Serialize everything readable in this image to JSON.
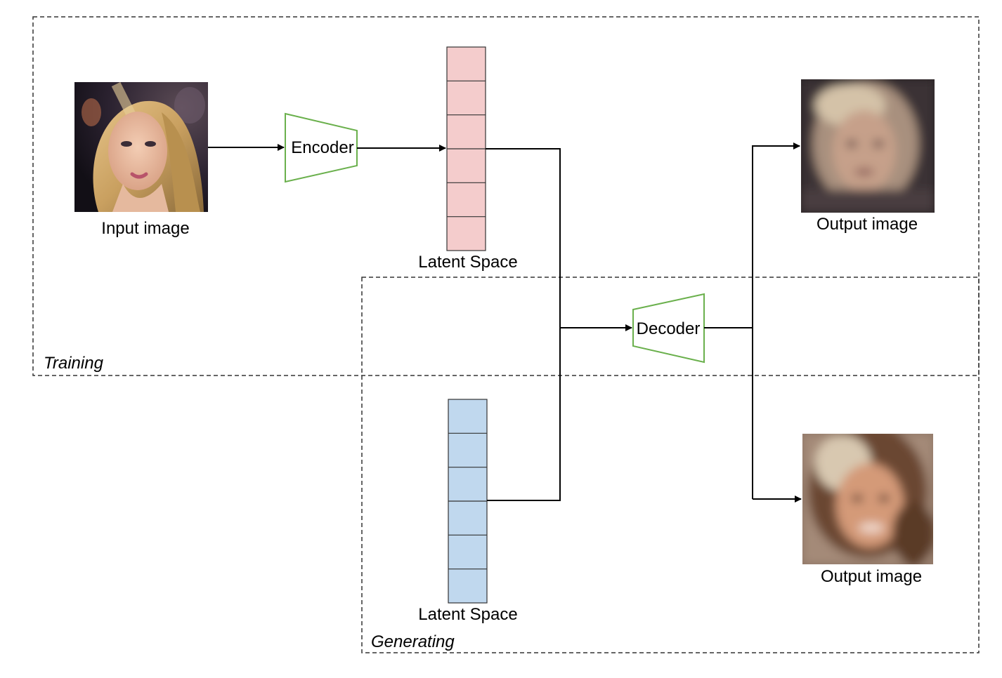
{
  "labels": {
    "input_image": "Input image",
    "encoder": "Encoder",
    "latent_space_training": "Latent Space",
    "decoder": "Decoder",
    "output_image_training": "Output image",
    "latent_space_generating": "Latent Space",
    "output_image_generating": "Output image",
    "training_region": "Training",
    "generating_region": "Generating"
  },
  "colors": {
    "latent_training_fill": "#f4cccc",
    "latent_generating_fill": "#c0d8ee",
    "network_stroke": "#6ab04c",
    "line": "#000000",
    "region_border": "#333333"
  },
  "icons": {
    "input_image": "face-photo-icon",
    "output_training": "blurred-face-photo-icon",
    "output_generating": "blurred-face-photo-icon"
  }
}
